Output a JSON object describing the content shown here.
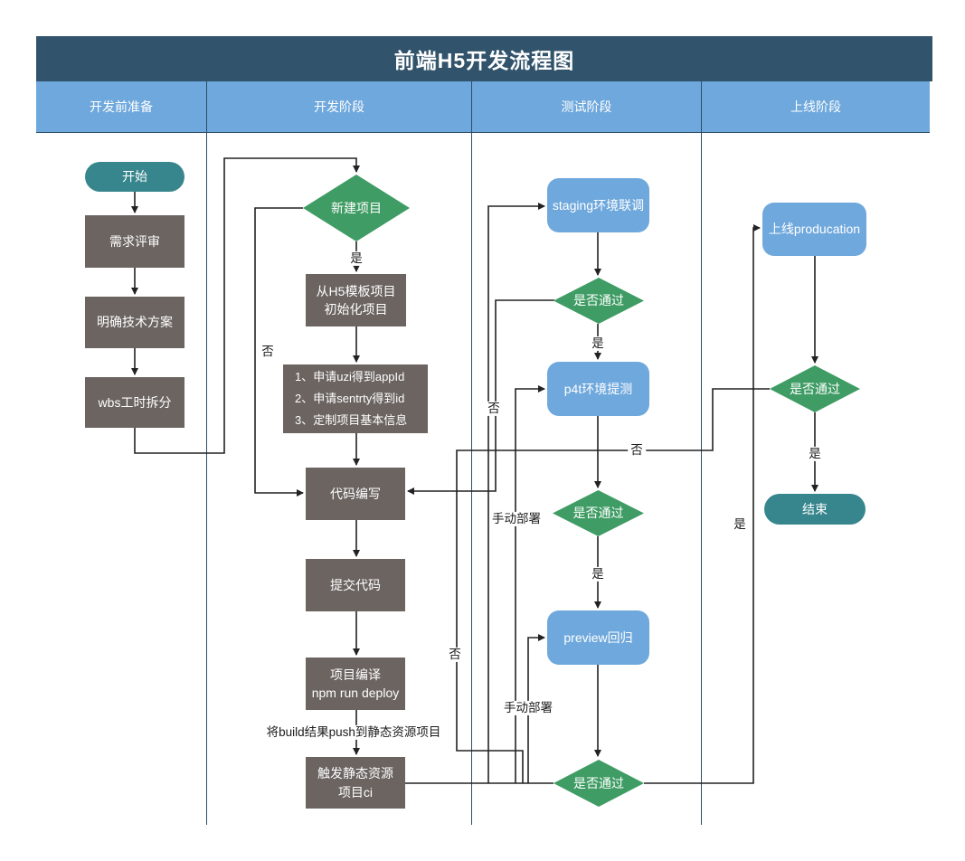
{
  "title": "前端H5开发流程图",
  "lanes": [
    {
      "label": "开发前准备"
    },
    {
      "label": "开发阶段"
    },
    {
      "label": "测试阶段"
    },
    {
      "label": "上线阶段"
    }
  ],
  "nodes": {
    "start": "开始",
    "requirement_review": "需求评审",
    "tech_plan": "明确技术方案",
    "wbs": "wbs工时拆分",
    "new_project": "新建项目",
    "init_from_template": "从H5模板项目初始化项目",
    "setup_steps": [
      "1、申请uzi得到appId",
      "2、申请sentrty得到id",
      "3、定制项目基本信息"
    ],
    "coding": "代码编写",
    "commit_code": "提交代码",
    "build_title": "项目编译",
    "build_cmd": "npm run deploy",
    "trigger_ci": "触发静态资源项目ci",
    "staging": "staging环境联调",
    "staging_pass": "是否通过",
    "p4t": "p4t环境提测",
    "p4t_pass": "是否通过",
    "preview": "preview回归",
    "preview_pass": "是否通过",
    "online": "上线producation",
    "online_pass": "是否通过",
    "end": "结束"
  },
  "edge_labels": {
    "yes": "是",
    "no": "否",
    "manual_deploy": "手动部署",
    "push_build_note": "将build结果push到静态资源项目"
  },
  "colors": {
    "title_bg": "#31536B",
    "lane_header_bg": "#6FA8DC",
    "process_bg": "#6B6461",
    "decision_bg": "#3F9C64",
    "terminal_bg": "#37868D",
    "env_node_bg": "#6FA8DC",
    "border": "#2E4F66",
    "connector": "#222222"
  }
}
